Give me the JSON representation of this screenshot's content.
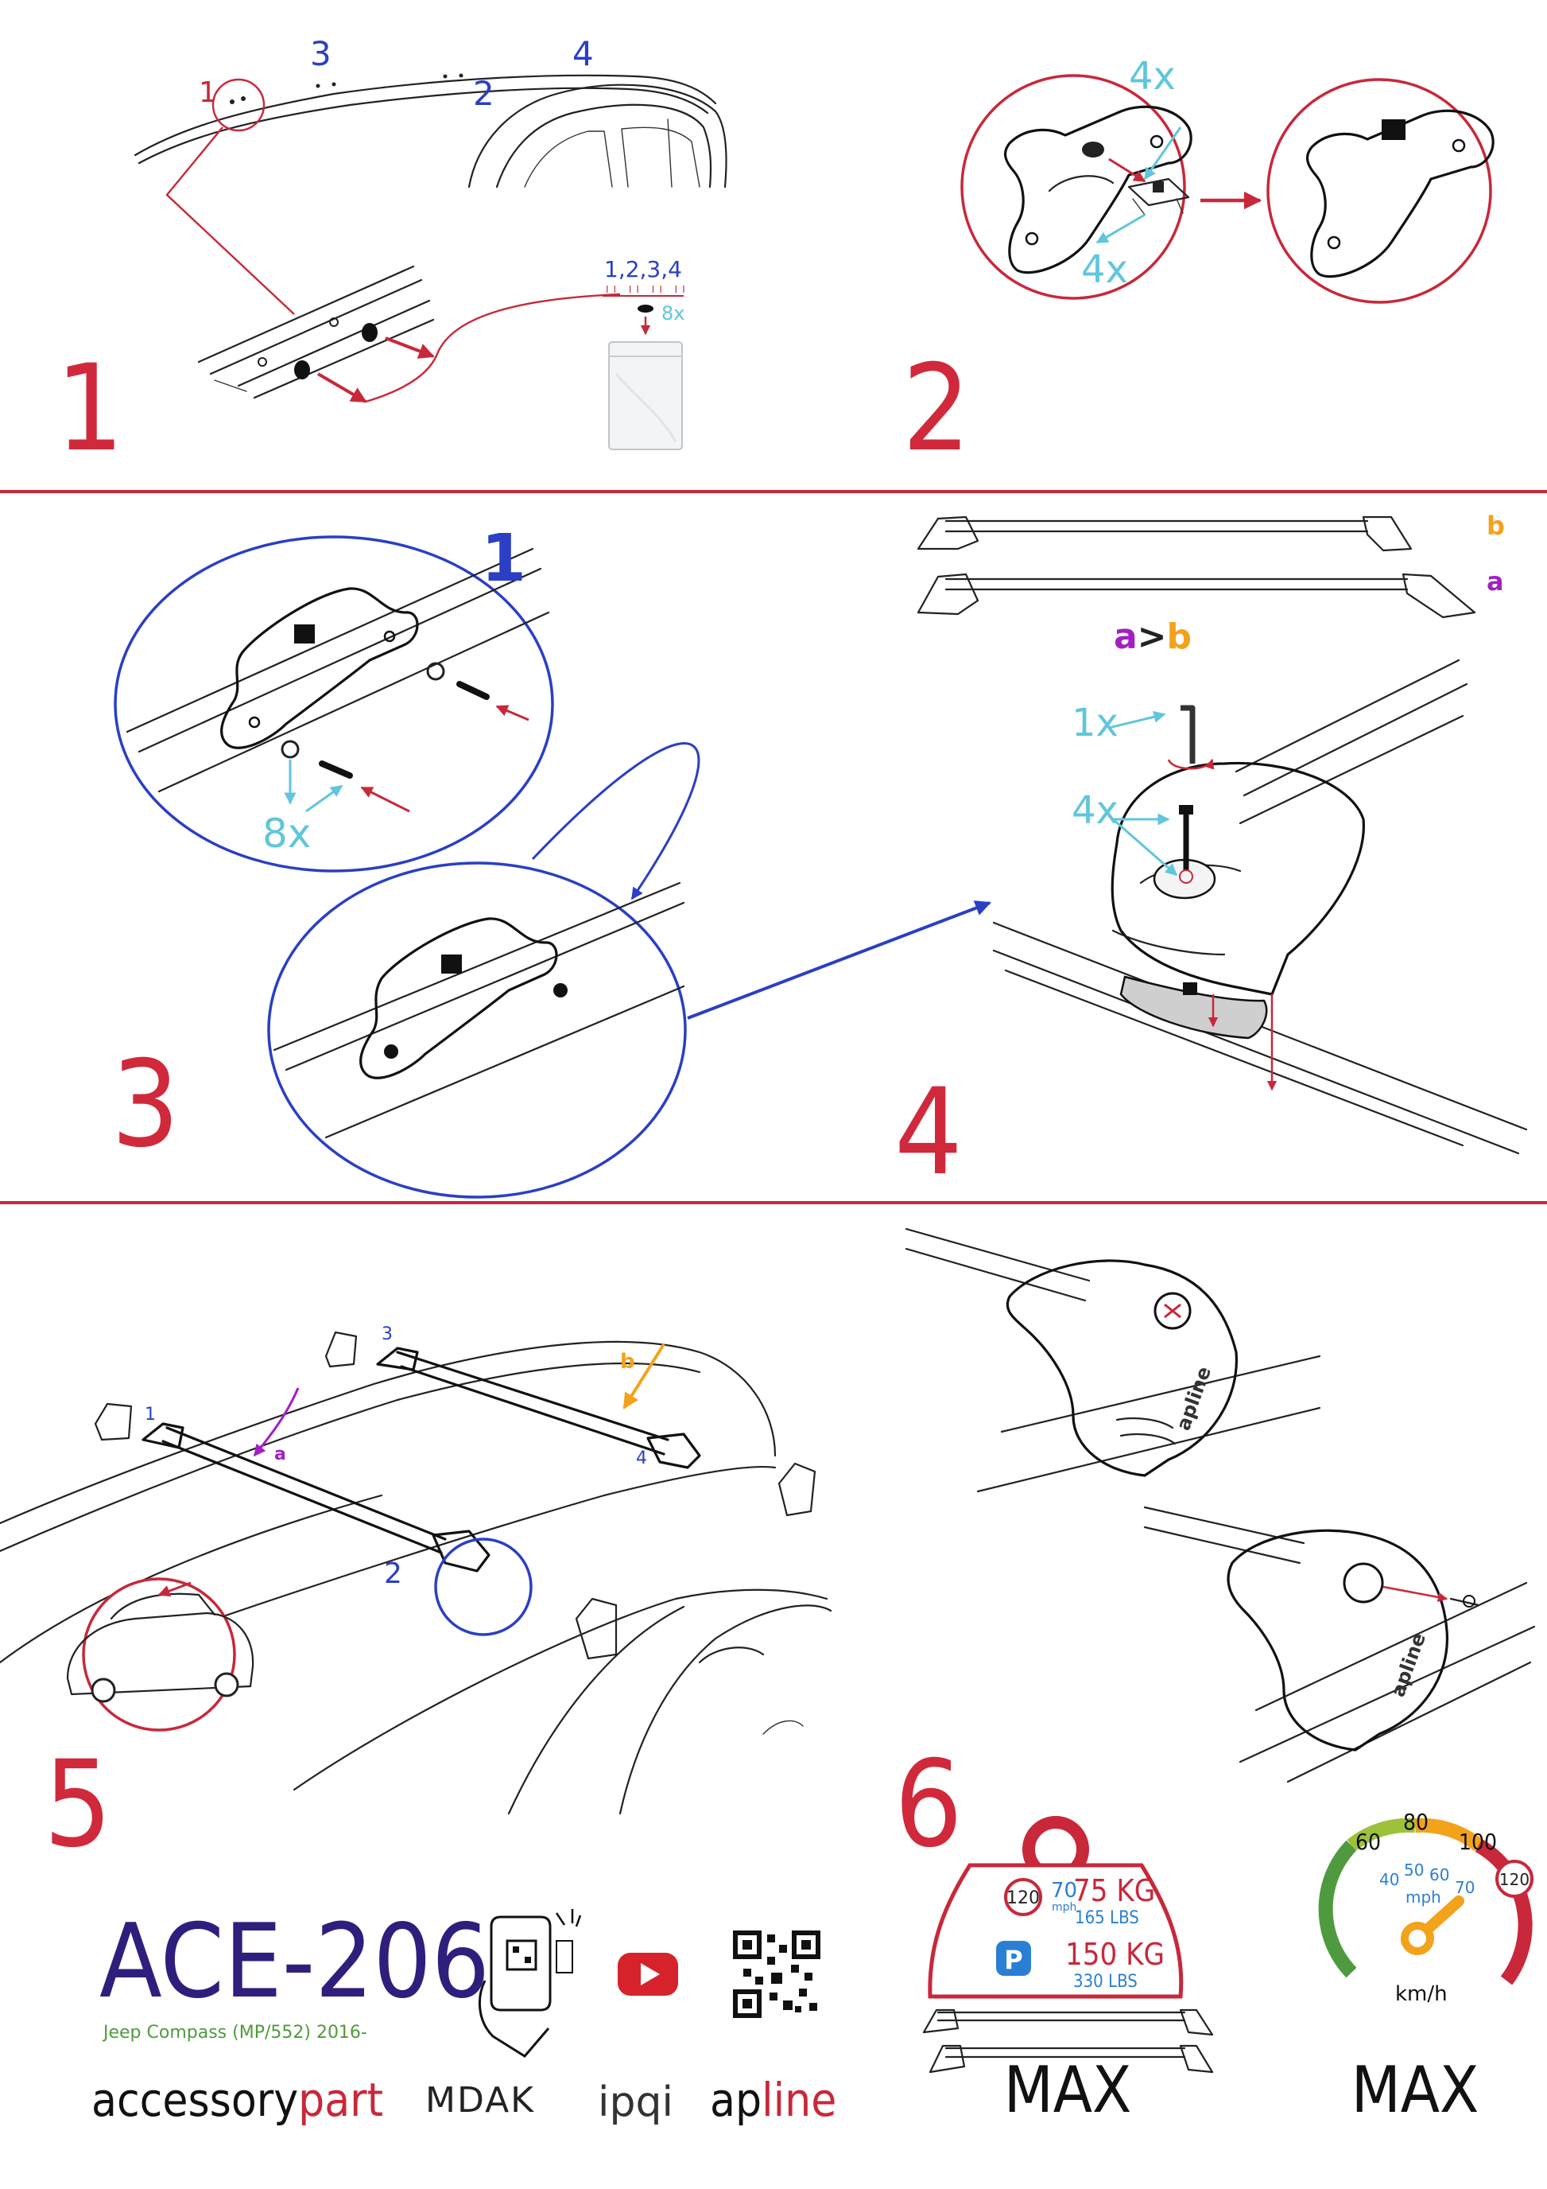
{
  "colors": {
    "red": "#c8283a",
    "blue": "#2a3fc4",
    "cyan": "#5fc6dc",
    "purple": "#a31fc4",
    "orange": "#f3a21b",
    "navy": "#2e1f7d",
    "green": "#4f9a3e"
  },
  "steps": {
    "s1": "1",
    "s2": "2",
    "s3": "3",
    "s4": "4",
    "s5": "5",
    "s6": "6"
  },
  "panel1": {
    "pos1": "1",
    "pos2": "2",
    "pos3": "3",
    "pos4": "4",
    "bag_label": "1,2,3,4",
    "bag_ticks": "II II II II",
    "bag_qty": "8x"
  },
  "panel2": {
    "qty_top": "4x",
    "qty_bottom": "4x"
  },
  "panel3": {
    "badge": "1",
    "qty": "8x"
  },
  "panel4": {
    "bar_b": "b",
    "bar_a": "a",
    "order_a": "a",
    "order_gt": ">",
    "order_b": "b",
    "qty_key": "1x",
    "qty_bolt": "4x"
  },
  "panel5": {
    "p1": "1",
    "p2": "2",
    "p3": "3",
    "p4": "4",
    "label_a": "a",
    "label_b": "b"
  },
  "panel6": {
    "brand_on_foot": "apline",
    "speed_limit": "120",
    "load_driving_kg": "75 KG",
    "load_driving_lbs": "165 LBS",
    "load_driving_mph": "70",
    "load_driving_mph_unit": "mph",
    "parking_icon": "P",
    "load_parking_kg": "150 KG",
    "load_parking_lbs": "330 LBS",
    "max_left": "MAX",
    "max_right": "MAX",
    "gauge_kmh": [
      "60",
      "80",
      "100"
    ],
    "gauge_mph": [
      "40",
      "50",
      "60",
      "70"
    ],
    "gauge_mph_unit": "mph",
    "gauge_unit": "km/h",
    "gauge_limit": "120"
  },
  "footer": {
    "model_code": "ACE-206",
    "vehicle": "Jeep Compass (MP/552) 2016-",
    "brand_accessory": "accessory",
    "brand_part": "part",
    "brand_mdak": "MDAK",
    "brand_ipqi": "ipqi",
    "brand_ap": "ap",
    "brand_line": "line",
    "icons": [
      "phone-scan-icon",
      "youtube-icon",
      "qr-code-icon"
    ]
  }
}
